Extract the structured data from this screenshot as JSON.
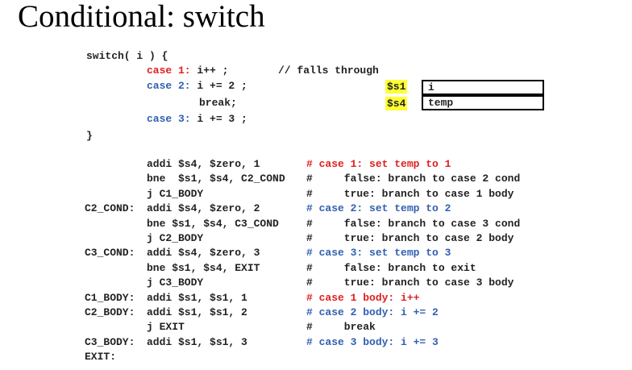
{
  "title": "Conditional: switch",
  "code": {
    "l1": "switch( i ) {",
    "l2a": "case 1:",
    "l2b": " i++ ;",
    "l2c": "// falls through",
    "l3a": "case 2:",
    "l3b": " i += 2 ;",
    "l4": "break;",
    "l5a": "case 3:",
    "l5b": " i += 3 ;",
    "l6": "}"
  },
  "registers": {
    "s1": {
      "reg": "$s1",
      "var": "i"
    },
    "s4": {
      "reg": "$s4",
      "var": "temp"
    }
  },
  "asm": [
    {
      "label": "",
      "instr": "addi $s4, $zero, 1",
      "comment": "# case 1: set temp to 1",
      "color": "#e02020"
    },
    {
      "label": "",
      "instr": "bne  $s1, $s4, C2_COND",
      "comment": "#     false: branch to case 2 cond",
      "color": "#222222"
    },
    {
      "label": "",
      "instr": "j C1_BODY",
      "comment": "#     true: branch to case 1 body",
      "color": "#222222"
    },
    {
      "label": "C2_COND:",
      "instr": "addi $s4, $zero, 2",
      "comment": "# case 2: set temp to 2",
      "color": "#3060b0"
    },
    {
      "label": "",
      "instr": "bne $s1, $s4, C3_COND",
      "comment": "#     false: branch to case 3 cond",
      "color": "#222222"
    },
    {
      "label": "",
      "instr": "j C2_BODY",
      "comment": "#     true: branch to case 2 body",
      "color": "#222222"
    },
    {
      "label": "C3_COND:",
      "instr": "addi $s4, $zero, 3",
      "comment": "# case 3: set temp to 3",
      "color": "#3060b0"
    },
    {
      "label": "",
      "instr": "bne $s1, $s4, EXIT",
      "comment": "#     false: branch to exit",
      "color": "#222222"
    },
    {
      "label": "",
      "instr": "j C3_BODY",
      "comment": "#     true: branch to case 3 body",
      "color": "#222222"
    },
    {
      "label": "C1_BODY:",
      "instr": "addi $s1, $s1, 1",
      "comment": "# case 1 body: i++",
      "color": "#e02020"
    },
    {
      "label": "C2_BODY:",
      "instr": "addi $s1, $s1, 2",
      "comment": "# case 2 body: i += 2",
      "color": "#3060b0"
    },
    {
      "label": "",
      "instr": "j EXIT",
      "comment": "#     break",
      "color": "#222222"
    },
    {
      "label": "C3_BODY:",
      "instr": "addi $s1, $s1, 3",
      "comment": "# case 3 body: i += 3",
      "color": "#3060b0"
    },
    {
      "label": "EXIT:",
      "instr": "",
      "comment": "",
      "color": "#222222"
    }
  ]
}
